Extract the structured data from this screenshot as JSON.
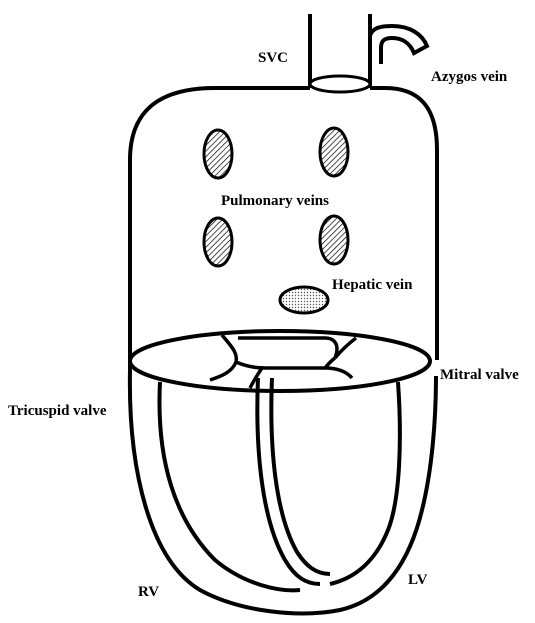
{
  "labels": {
    "svc": "SVC",
    "azygos_vein": "Azygos vein",
    "pulmonary_veins": "Pulmonary veins",
    "hepatic_vein": "Hepatic vein",
    "mitral_valve": "Mitral valve",
    "tricuspid_valve": "Tricuspid valve",
    "rv": "RV",
    "lv": "LV"
  }
}
